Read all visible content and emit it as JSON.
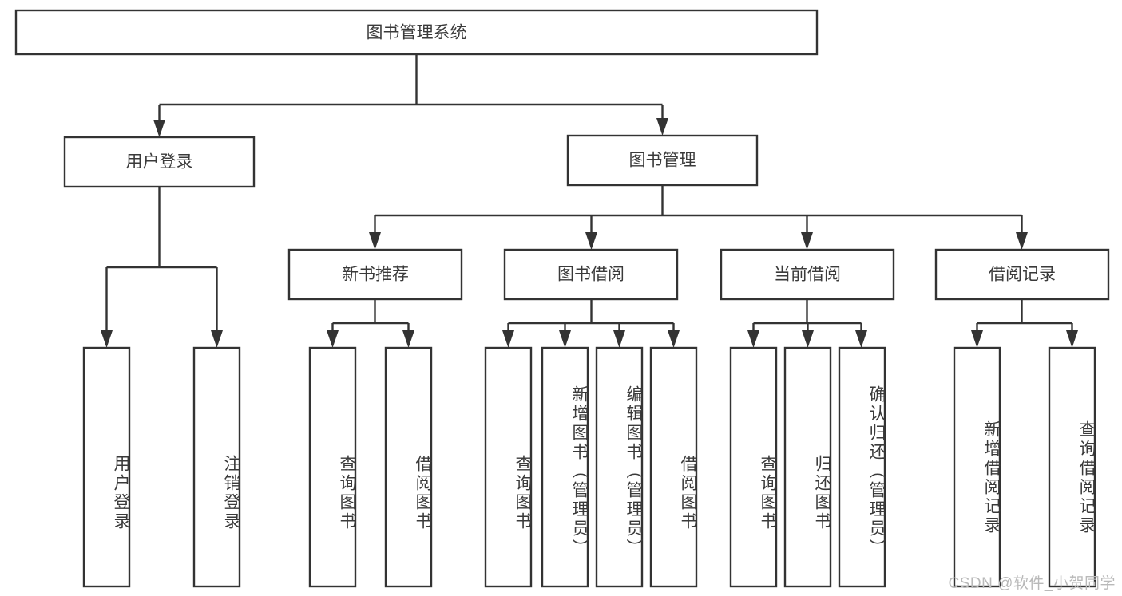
{
  "diagram": {
    "type": "hierarchy-tree",
    "title": "图书管理系统",
    "watermark": "CSDN @软件_小贺同学",
    "root": {
      "id": "root",
      "label": "图书管理系统",
      "orientation": "horizontal"
    },
    "level2": [
      {
        "id": "user-login",
        "label": "用户登录",
        "orientation": "horizontal"
      },
      {
        "id": "book-manage",
        "label": "图书管理",
        "orientation": "horizontal"
      }
    ],
    "level3": [
      {
        "id": "new-book-rec",
        "label": "新书推荐",
        "orientation": "horizontal",
        "parent": "book-manage"
      },
      {
        "id": "book-borrow",
        "label": "图书借阅",
        "orientation": "horizontal",
        "parent": "book-manage"
      },
      {
        "id": "current-borrow",
        "label": "当前借阅",
        "orientation": "horizontal",
        "parent": "book-manage"
      },
      {
        "id": "borrow-record",
        "label": "借阅记录",
        "orientation": "horizontal",
        "parent": "book-manage"
      }
    ],
    "leaves": [
      {
        "id": "leaf-user-login",
        "label": "用户登录",
        "orientation": "vertical",
        "parent": "user-login"
      },
      {
        "id": "leaf-user-logout",
        "label": "注销登录",
        "orientation": "vertical",
        "parent": "user-login"
      },
      {
        "id": "leaf-query-book-1",
        "label": "查询图书",
        "orientation": "vertical",
        "parent": "new-book-rec"
      },
      {
        "id": "leaf-borrow-book-1",
        "label": "借阅图书",
        "orientation": "vertical",
        "parent": "new-book-rec"
      },
      {
        "id": "leaf-query-book-2",
        "label": "查询图书",
        "orientation": "vertical",
        "parent": "book-borrow"
      },
      {
        "id": "leaf-add-book",
        "label": "新增图书（管理员）",
        "orientation": "vertical",
        "parent": "book-borrow"
      },
      {
        "id": "leaf-edit-book",
        "label": "编辑图书（管理员）",
        "orientation": "vertical",
        "parent": "book-borrow"
      },
      {
        "id": "leaf-borrow-book-2",
        "label": "借阅图书",
        "orientation": "vertical",
        "parent": "book-borrow"
      },
      {
        "id": "leaf-query-book-3",
        "label": "查询图书",
        "orientation": "vertical",
        "parent": "current-borrow"
      },
      {
        "id": "leaf-return-book",
        "label": "归还图书",
        "orientation": "vertical",
        "parent": "current-borrow"
      },
      {
        "id": "leaf-confirm-return",
        "label": "确认归还（管理员）",
        "orientation": "vertical",
        "parent": "current-borrow"
      },
      {
        "id": "leaf-add-record",
        "label": "新增借阅记录",
        "orientation": "vertical",
        "parent": "borrow-record"
      },
      {
        "id": "leaf-query-record",
        "label": "查询借阅记录",
        "orientation": "vertical",
        "parent": "borrow-record"
      }
    ],
    "colors": {
      "stroke": "#333333",
      "box_fill": "#ffffff",
      "text": "#3a3a3a",
      "watermark": "#b9b9b9",
      "background": "#ffffff"
    }
  }
}
